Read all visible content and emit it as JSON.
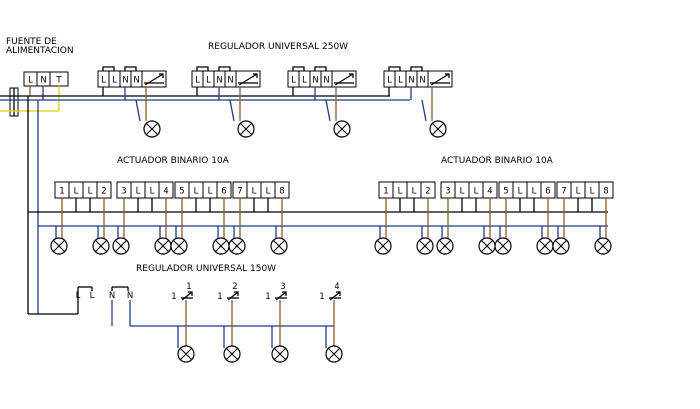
{
  "labels": {
    "power_supply_line1": "FUENTE DE",
    "power_supply_line2": "ALIMENTACION",
    "dimmer_250": "REGULADOR UNIVERSAL 250W",
    "actuator_left": "ACTUADOR BINARIO 10A",
    "actuator_right": "ACTUADOR BINARIO 10A",
    "dimmer_150": "REGULADOR UNIVERSAL 150W"
  },
  "supply_terminals": [
    "L",
    "N",
    "T"
  ],
  "dimmer_250_terminals": [
    "L",
    "L",
    "N",
    "N"
  ],
  "actuator_terminals": [
    [
      "1",
      "L",
      "L",
      "2"
    ],
    [
      "3",
      "L",
      "L",
      "4"
    ],
    [
      "5",
      "L",
      "L",
      "6"
    ],
    [
      "7",
      "L",
      "L",
      "8"
    ]
  ],
  "dimmer_150_terminals": [
    "L",
    "L",
    "N",
    "N"
  ],
  "dimmer_150_outputs": [
    {
      "num": "1",
      "prefix": "1"
    },
    {
      "num": "2",
      "prefix": "1"
    },
    {
      "num": "3",
      "prefix": "1"
    },
    {
      "num": "4",
      "prefix": "1"
    }
  ],
  "colors": {
    "neutral": "#1f3a8c",
    "phase": "#8b5a2b",
    "earth": "#e8d200",
    "line": "#000000"
  }
}
